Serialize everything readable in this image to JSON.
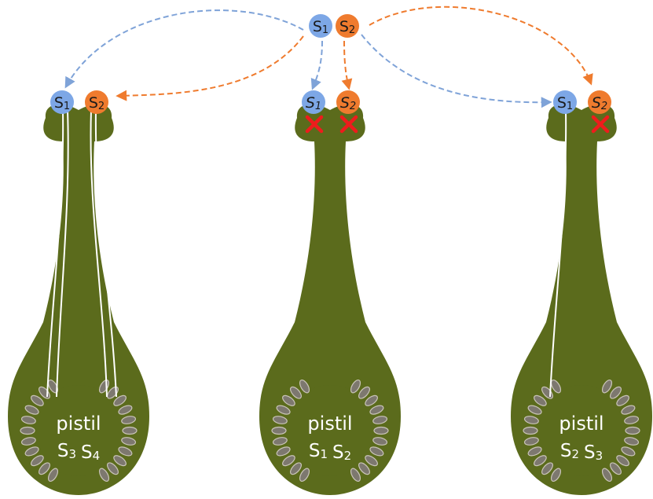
{
  "colors": {
    "pistil": "#5b6b1c",
    "ovule": "#7d786f",
    "ovule_outline": "#c9c4b8",
    "allele_s1": "#7da7e6",
    "allele_s2": "#ef7b2e",
    "arrow_s1": "#7fa3d8",
    "arrow_s2": "#ef7b2e",
    "rejection": "#ee1c1c",
    "pollen_tube": "#ffffff"
  },
  "source_pollen": {
    "s1": {
      "letter": "S",
      "sub": "1"
    },
    "s2": {
      "letter": "S",
      "sub": "2"
    }
  },
  "pistils": [
    {
      "pollen": [
        {
          "letter": "S",
          "sub": "1",
          "color": "s1",
          "rejected": false,
          "italic": false
        },
        {
          "letter": "S",
          "sub": "2",
          "color": "s2",
          "rejected": false,
          "italic": false
        }
      ],
      "label": "pistil",
      "genotype": [
        {
          "letter": "S",
          "sub": "3"
        },
        {
          "letter": "S",
          "sub": "4"
        }
      ]
    },
    {
      "pollen": [
        {
          "letter": "S",
          "sub": "1",
          "color": "s1",
          "rejected": true,
          "italic": true
        },
        {
          "letter": "S",
          "sub": "2",
          "color": "s2",
          "rejected": true,
          "italic": true
        }
      ],
      "label": "pistil",
      "genotype": [
        {
          "letter": "S",
          "sub": "1"
        },
        {
          "letter": "S",
          "sub": "2"
        }
      ]
    },
    {
      "pollen": [
        {
          "letter": "S",
          "sub": "1",
          "color": "s1",
          "rejected": false,
          "italic": false
        },
        {
          "letter": "S",
          "sub": "2",
          "color": "s2",
          "rejected": true,
          "italic": true
        }
      ],
      "label": "pistil",
      "genotype": [
        {
          "letter": "S",
          "sub": "2"
        },
        {
          "letter": "S",
          "sub": "3"
        }
      ]
    }
  ]
}
